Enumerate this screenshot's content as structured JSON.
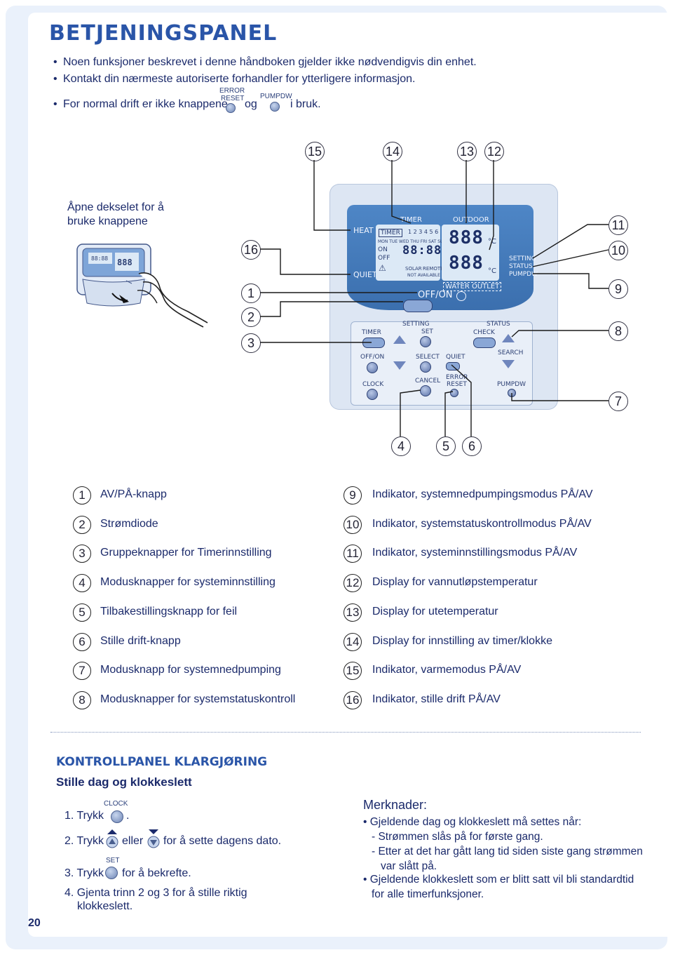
{
  "title": "BETJENINGSPANEL",
  "intro": {
    "bullet1": "Noen funksjoner beskrevet i denne håndboken gjelder ikke nødvendigvis din enhet.",
    "bullet2": "Kontakt din nærmeste autoriserte forhandler for ytterligere informasjon.",
    "bullet3_a": "For normal drift er ikke knappene",
    "bullet3_b": "og",
    "bullet3_c": "i bruk.",
    "btn_error": "ERROR",
    "btn_reset": "RESET",
    "btn_pumpdw": "PUMPDW"
  },
  "open_cover": {
    "line1": "Åpne dekselet for å",
    "line2": "bruke knappene"
  },
  "callouts": {
    "c15": "15",
    "c14": "14",
    "c13": "13",
    "c12": "12",
    "c16": "16",
    "c1": "1",
    "c2": "2",
    "c3": "3",
    "c11": "11",
    "c10": "10",
    "c9": "9",
    "c8": "8",
    "c7": "7",
    "c4": "4",
    "c5": "5",
    "c6": "6"
  },
  "panel": {
    "heat": "HEAT",
    "quiet_ind": "QUIET",
    "timer_hdr": "TIMER",
    "outdoor_hdr": "OUTDOOR",
    "lcd_timer": "TIMER",
    "days_nums": "1 2 3 4 5 6",
    "days": "MON TUE WED THU FRI SAT SUN",
    "on": "ON",
    "off": "OFF",
    "clock_digits": "88:88",
    "temp_top": "888",
    "temp_bottom": "888",
    "deg_c": "°C",
    "solar": "SOLAR",
    "remote": "REMOTE",
    "not_available": "NOT AVAILABLE",
    "water_outlet": "WATER OUTLET",
    "setting_ind": "SETTING",
    "status_ind": "STATUS",
    "pumpdw_ind": "PUMPDW",
    "off_on": "OFF/ON",
    "timer_lbl": "TIMER",
    "setting_lbl": "SETTING",
    "set_lbl": "SET",
    "status_lbl": "STATUS",
    "check_lbl": "CHECK",
    "offon_lbl": "OFF/ON",
    "select_lbl": "SELECT",
    "quiet_lbl": "QUIET",
    "search_lbl": "SEARCH",
    "clock_lbl": "CLOCK",
    "cancel_lbl": "CANCEL",
    "error_lbl": "ERROR",
    "reset_lbl": "RESET",
    "pumpdw_lbl": "PUMPDW"
  },
  "legend_left": [
    {
      "num": "1",
      "text": "AV/PÅ-knapp"
    },
    {
      "num": "2",
      "text": "Strømdiode"
    },
    {
      "num": "3",
      "text": "Gruppeknapper for Timerinnstilling"
    },
    {
      "num": "4",
      "text": "Modusknapper for systeminnstilling"
    },
    {
      "num": "5",
      "text": "Tilbakestillingsknapp for feil"
    },
    {
      "num": "6",
      "text": "Stille drift-knapp"
    },
    {
      "num": "7",
      "text": "Modusknapp for systemnedpumping"
    },
    {
      "num": "8",
      "text": "Modusknapper for systemstatuskontroll"
    }
  ],
  "legend_right": [
    {
      "num": "9",
      "text": "Indikator, systemnedpumpingsmodus PÅ/AV"
    },
    {
      "num": "10",
      "text": "Indikator, systemstatuskontrollmodus PÅ/AV"
    },
    {
      "num": "11",
      "text": "Indikator, systeminnstillingsmodus PÅ/AV"
    },
    {
      "num": "12",
      "text": "Display for vannutløpstemperatur"
    },
    {
      "num": "13",
      "text": "Display for utetemperatur"
    },
    {
      "num": "14",
      "text": "Display for innstilling av timer/klokke"
    },
    {
      "num": "15",
      "text": "Indikator, varmemodus PÅ/AV"
    },
    {
      "num": "16",
      "text": "Indikator, stille drift PÅ/AV"
    }
  ],
  "section": {
    "heading": "KONTROLLPANEL KLARGJØRING",
    "subheading": "Stille dag og klokkeslett",
    "clock_lbl": "CLOCK",
    "set_lbl": "SET",
    "step1_a": "1. Trykk",
    "step1_b": ".",
    "step2_a": "2. Trykk",
    "step2_b": "eller",
    "step2_c": "for å sette dagens dato.",
    "step3_a": "3. Trykk",
    "step3_b": "for å bekrefte.",
    "step4_l1": "4. Gjenta trinn 2 og 3 for å stille riktig",
    "step4_l2": "klokkeslett."
  },
  "notes": {
    "heading": "Merknader:",
    "n1": "Gjeldende dag og klokkeslett må settes når:",
    "n1a": "- Strømmen slås på for første gang.",
    "n1b_l1": "- Etter at det har gått lang tid siden siste gang strømmen",
    "n1b_l2": "var slått på.",
    "n2_l1": "Gjeldende klokkeslett som er blitt satt vil bli standardtid",
    "n2_l2": "for alle timerfunksjoner."
  },
  "page_number": "20",
  "colors": {
    "title": "#2a55a8",
    "panel_blue": "#3b6fae",
    "text": "#1b2a6b"
  }
}
